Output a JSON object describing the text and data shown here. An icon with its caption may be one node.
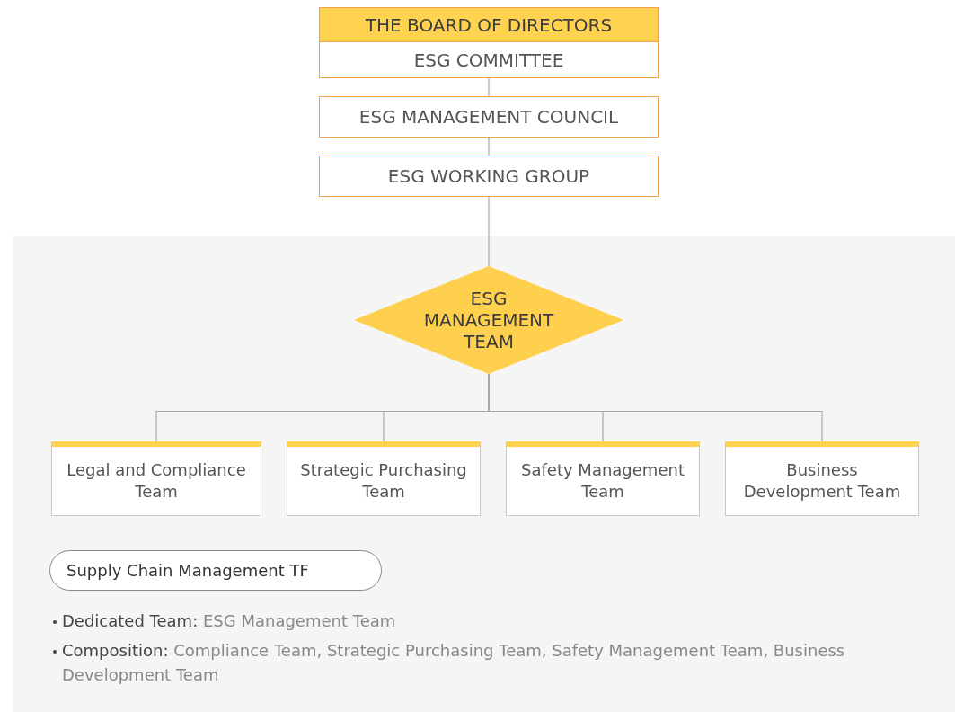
{
  "diagram": {
    "nodes": [
      {
        "text": [
          "THE BOARD OF DIRECTORS"
        ]
      },
      {
        "text": [
          "ESG COMMITTEE"
        ]
      },
      {
        "text": [
          "ESG MANAGEMENT COUNCIL"
        ]
      },
      {
        "text": [
          "ESG WORKING GROUP"
        ]
      },
      {
        "text": [
          "ESG MANAGEMENT TEAM"
        ]
      },
      {
        "text": [
          "Legal and Compliance Team"
        ]
      },
      {
        "text": [
          "Strategic Purchasing Team"
        ]
      },
      {
        "text": [
          "Safety Management Team"
        ]
      },
      {
        "text": [
          "Business Development Team"
        ]
      },
      {
        "text": [
          "Supply Chain Management TF"
        ]
      }
    ],
    "edges": [
      {
        "from": 1,
        "to": 2,
        "arrow": "none"
      },
      {
        "from": 2,
        "to": 3,
        "arrow": "none"
      },
      {
        "from": 3,
        "to": 4,
        "arrow": "none"
      },
      {
        "from": 4,
        "to": 5,
        "arrow": "none"
      },
      {
        "from": 4,
        "to": 6,
        "arrow": "none"
      },
      {
        "from": 4,
        "to": 7,
        "arrow": "none"
      },
      {
        "from": 4,
        "to": 8,
        "arrow": "none"
      }
    ],
    "labels": [
      "**Dedicated Team:** ESG Management Team",
      "**Composition:** Compliance Team, Strategic Purchasing Team, Safety Management Team, Business Development Team"
    ]
  }
}
